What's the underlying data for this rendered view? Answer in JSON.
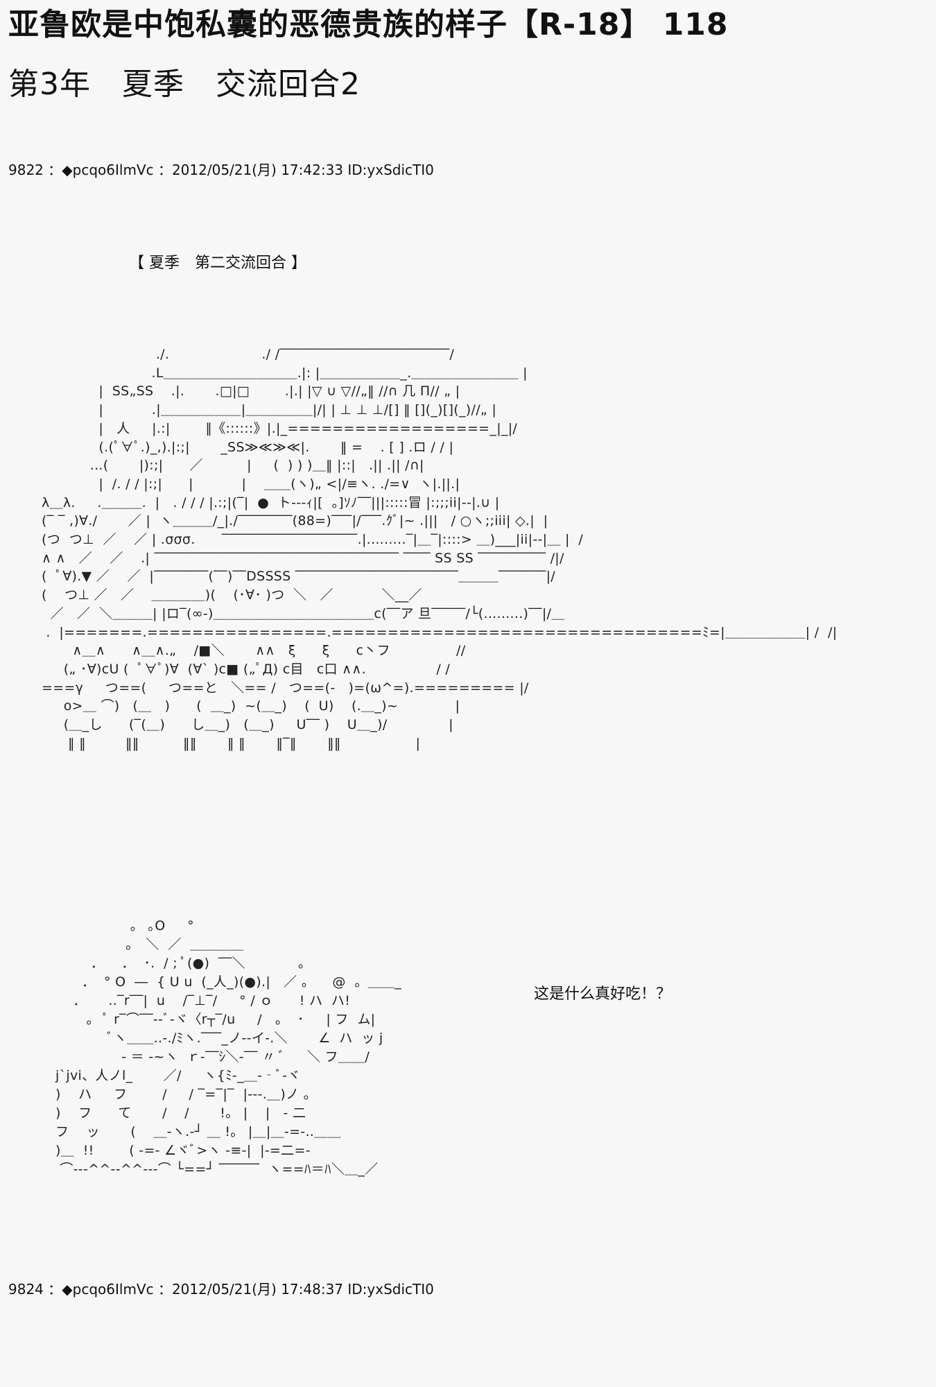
{
  "document": {
    "title_line_1": "亚鲁欧是中饱私囊的恶德贵族的样子【R-18】 118",
    "title_line_2": "第3年　夏季　交流回合2"
  },
  "posts": [
    {
      "header": "9822 ：◆pcqo6IlmVc ：2012/05/21(月) 17:42:33 ID:yxSdicTI0",
      "section_label": "【 夏季　第二交流回合 】",
      "aa_art": "                          ./.                     ./ /‾‾‾‾‾‾‾‾‾‾‾‾‾‾‾‾‾‾‾‾‾‾‾‾‾/\n                         .L＿＿＿＿＿＿＿＿＿＿.|: |＿＿＿＿＿＿_.＿＿＿＿＿＿＿＿ |\n             |  SS„SS    .|.       .□|□        .|.| |▽ ∪ ▽//„‖ //∩ 几 П// „ |\n             |           .|＿＿＿＿＿＿|＿＿＿＿＿|/| | ⊥ ⊥ ⊥/[] ‖ [](_)[](_)//„ |\n             |   人     |.:|        ∥《::::::》|.|_==================_|_|/\n             (.(ﾟ∀ﾟ.)_,).|:;|       _SS≫≪≫≪|.       ‖ =    . [ ] .ロ / / |\n           ...(       |):;|      ／          |     (  ) ) )＿‖ |::|   .|| .|| /∩|\n             |  /. / / |:;|      |           |    ＿＿(ヽ)„ <|/≡ヽ. ./=∨  ヽ|.||.|\nλ＿λ.     .＿＿＿.  |   . / / / |.:;|(‾|  ●  ト‐‐‐ｨ|[  。]ｿﾉ‾‾|||:::::冒 |:;;;ii|‐‐|.∪ |\n(‾ ‾ ,)∀./       ／ |  ヽ＿＿＿/_|./‾‾‾‾‾‾‾‾(88=)‾‾‾|/‾‾‾.ｸﾞ|~ .|||   / ○ヽ;;iii| ◇.|  |\n(つ  つ⊥  ／    ／ | .σσσ.      ‾‾‾‾‾‾‾‾‾‾‾‾‾‾‾‾‾‾‾‾.|.........‾|＿‾|::::> ＿)___|ii|‐‐|＿ |  /\n∧ ∧   ／    ／    .| ‾‾‾‾‾‾‾‾‾‾‾‾‾‾‾‾‾‾‾‾‾‾‾‾‾‾‾‾‾‾‾‾‾‾‾‾ ‾‾‾‾ SS SS ‾‾‾‾‾‾‾‾‾‾ /|/\n(  ﾟ∀).▼ ／    ／  |‾‾‾‾‾‾‾‾(‾‾)‾‾DSSSS ‾‾‾‾‾‾‾‾‾‾‾‾‾‾‾‾‾‾‾‾‾‾‾‾＿＿＿‾‾‾‾‾‾‾|/\n(    つ⊥ ／   ／    ＿＿＿＿)(    (･∀･ )つ  ＼   ／           ＼__／\n  ／   ／  ＼＿＿＿| |ロ‾(∞-)＿＿＿＿＿＿＿＿＿＿＿＿c(‾‾ア 旦‾‾‾‾‾/└(.........)‾‾|/＿\n .  |=======.================.=================================ﾐ=|＿＿＿＿＿＿| /  /|\n       ∧＿∧      ∧＿∧.„    /■＼       ∧∧   ξ      ξ      c丶フ               //\n     („ ･∀)cU (  ﾟ∀ﾟ)∀  (∀` )c■ („ﾟД) c目   c口 ∧∧.                / /\n===γ     つ==(     つ==と   ＼== /   つ==(‐   )=(ω^=).========= |/\n     o>＿ ⌒)   (＿   )      (  ＿_)  ~(＿_)    (  U)    (.＿_)~             |\n     (＿_し      (‾(＿)      し＿_)   (＿_)     U‾‾ )    U＿_)/              |\n      ‖ ‖         ‖‖          ‖‖       ‖ ‖       ‖‾‖       ‖‖                 |",
      "speech_text": ""
    },
    {
      "header": "",
      "section_label": "",
      "aa_art": "                 。 ｡O     °\n                ｡   ＼  ／  ＿＿＿＿\n        ．    ．  ･.  / ; ﾟ(●)  ‾‾＼            。\n      ．  ° O  ―  { U u  (_人_)(●).|   ／ 。    @  。＿＿_\n    ．     ..‾r‾‾|  u    /‾⊥‾/     ° / ｏ      ! ハ  ハ!\n       。 ﾟ r‾⌒‾‾‐‐ﾞ‐ヾ〈r┬‾/u     /   。  ･     | フ  ム|\n            ﾞヽ＿＿..‐./ﾐヽ.‾‾‾_ノ‐‐イ‐.＼       ∠  ハ  ッ j\n               ‐ ＝ ‐~ヽ  ｒ‐‾‾ｼ＼‐‾‾ 〃 ﾞ     ＼ フ＿＿/\nj`jvi、人ノl_       ／/     ヽ{ﾐ‐_＿‐‐ﾞ‐ヾ\n)    ハ     フ        /     / ‾=‾|‾  |‐-‐.＿)ノ 。\n)    フ      て       /    /       !。 |    |   ‐ 二\nフ    ッ       (    ＿‐ヽ.‐┘ ＿ !。 |＿|＿‐=‐..＿＿\n)＿  !!        ( ‐=‐ ∠ヾﾞ>ヽ ‐≡‐|  |‐=二=‐\n ⌒‐‐‐^^‐‐^^‐‐‐⌒ └==┘ ‾‾‾‾‾‾  ヽ==ﾊ＝ﾊ＼＿_／",
      "speech_text": "这是什么真好吃！？"
    },
    {
      "header": "9824 ：◆pcqo6IlmVc ：2012/05/21(月) 17:48:37 ID:yxSdicTI0",
      "section_label": "",
      "aa_art": "",
      "speech_text": ""
    }
  ]
}
